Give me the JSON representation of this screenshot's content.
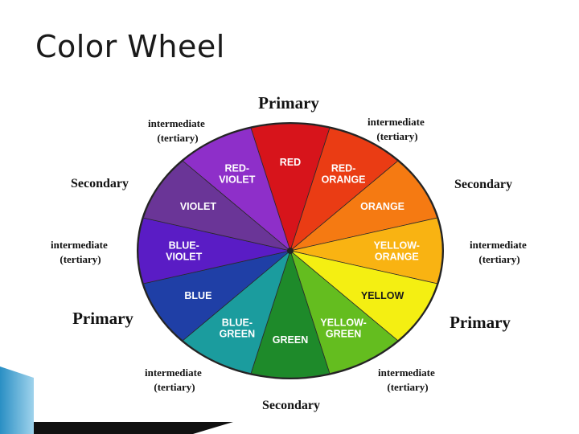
{
  "slide": {
    "title": "Color Wheel"
  },
  "wheel": {
    "segments": [
      {
        "id": "red",
        "lines": [
          "RED"
        ],
        "color": "#d7141b",
        "dark_text": false
      },
      {
        "id": "red-orange",
        "lines": [
          "RED-",
          "ORANGE"
        ],
        "color": "#ea3c14",
        "dark_text": false
      },
      {
        "id": "orange",
        "lines": [
          "ORANGE"
        ],
        "color": "#f57a12",
        "dark_text": false
      },
      {
        "id": "yellow-orange",
        "lines": [
          "YELLOW-",
          "ORANGE"
        ],
        "color": "#f9b312",
        "dark_text": false
      },
      {
        "id": "yellow",
        "lines": [
          "YELLOW"
        ],
        "color": "#f4ef12",
        "dark_text": true
      },
      {
        "id": "yellow-green",
        "lines": [
          "YELLOW-",
          "GREEN"
        ],
        "color": "#64bd1f",
        "dark_text": false
      },
      {
        "id": "green",
        "lines": [
          "GREEN"
        ],
        "color": "#1e8a2a",
        "dark_text": false
      },
      {
        "id": "blue-green",
        "lines": [
          "BLUE-",
          "GREEN"
        ],
        "color": "#1b9c9e",
        "dark_text": false
      },
      {
        "id": "blue",
        "lines": [
          "BLUE"
        ],
        "color": "#1f3fa6",
        "dark_text": false
      },
      {
        "id": "blue-violet",
        "lines": [
          "BLUE-",
          "VIOLET"
        ],
        "color": "#5a1cc5",
        "dark_text": false
      },
      {
        "id": "violet",
        "lines": [
          "VIOLET"
        ],
        "color": "#6a3597",
        "dark_text": false
      },
      {
        "id": "red-violet",
        "lines": [
          "RED-",
          "VIOLET"
        ],
        "color": "#8e2fc9",
        "dark_text": false
      }
    ]
  },
  "labels": {
    "primary_top": [
      "Primary"
    ],
    "primary_left": [
      "Primary"
    ],
    "primary_right": [
      "Primary"
    ],
    "secondary_left": [
      "Secondary"
    ],
    "secondary_right": [
      "Secondary"
    ],
    "secondary_bottom": [
      "Secondary"
    ],
    "tertiary_top_left": [
      "intermediate",
      "(tertiary)"
    ],
    "tertiary_top_right": [
      "intermediate",
      "(tertiary)"
    ],
    "tertiary_left": [
      "intermediate",
      "(tertiary)"
    ],
    "tertiary_right": [
      "intermediate",
      "(tertiary)"
    ],
    "tertiary_bottom_left": [
      "intermediate",
      "(tertiary)"
    ],
    "tertiary_bottom_right": [
      "intermediate",
      "(tertiary)"
    ]
  }
}
